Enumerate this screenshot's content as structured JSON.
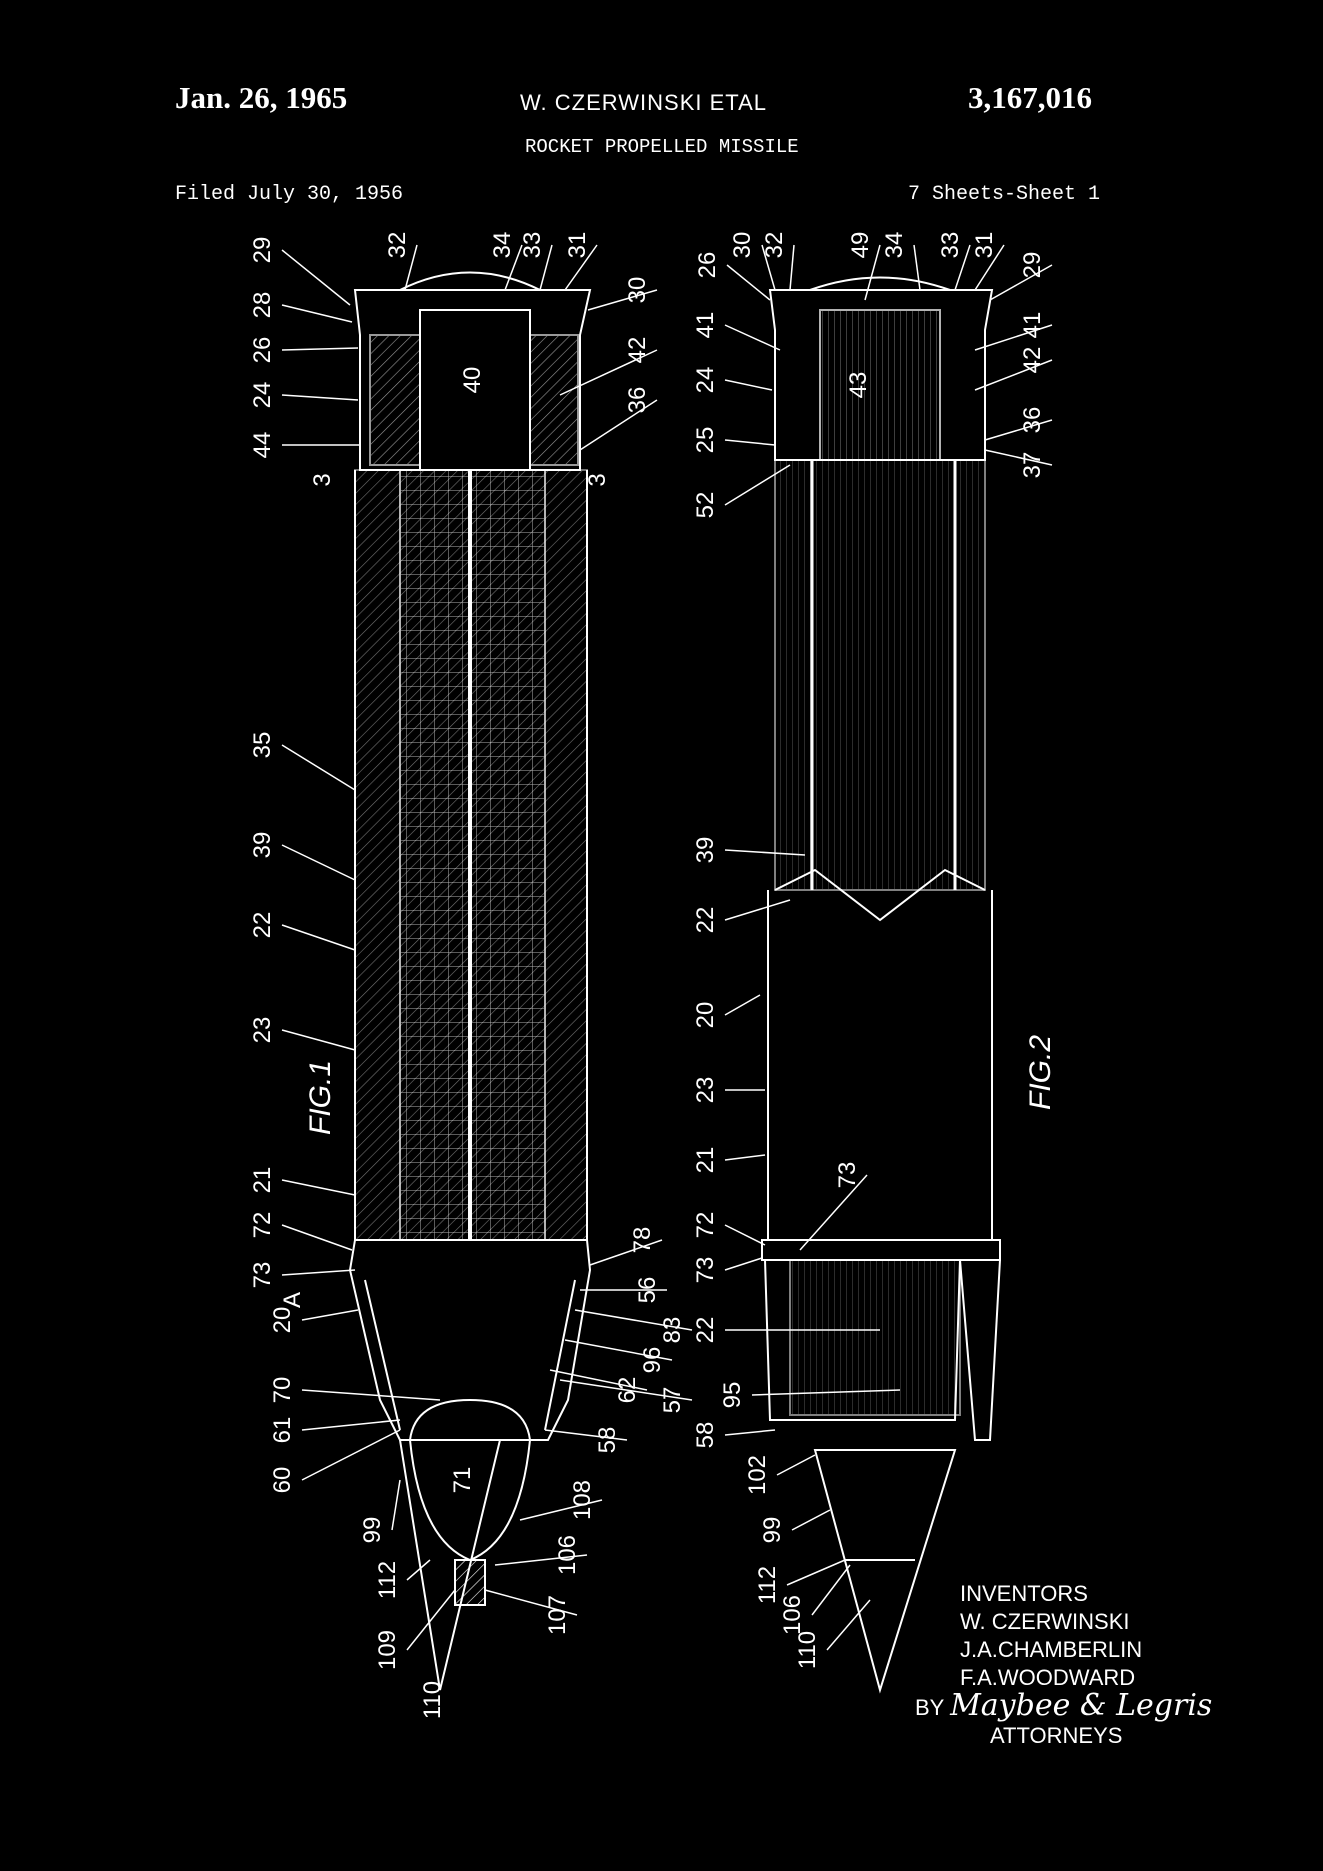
{
  "header": {
    "date": "Jan. 26, 1965",
    "inventor_short": "W. CZERWINSKI  ETAL",
    "patent_number": "3,167,016",
    "title": "ROCKET PROPELLED MISSILE",
    "filed": "Filed July 30, 1956",
    "sheet": "7 Sheets-Sheet 1"
  },
  "fig1": {
    "caption": "FIG.1",
    "labels": [
      "29",
      "28",
      "26",
      "24",
      "44",
      "3",
      "35",
      "39",
      "22",
      "23",
      "21",
      "72",
      "73",
      "A",
      "20",
      "70",
      "61",
      "60",
      "99",
      "112",
      "109",
      "110",
      "32",
      "34",
      "33",
      "31",
      "30",
      "42",
      "36",
      "3",
      "78",
      "56",
      "83",
      "96",
      "62",
      "57",
      "58",
      "108",
      "106",
      "107",
      "40",
      "71"
    ]
  },
  "fig2": {
    "caption": "FIG.2",
    "labels": [
      "26",
      "30",
      "32",
      "49",
      "34",
      "33",
      "31",
      "29",
      "41",
      "41",
      "24",
      "42",
      "25",
      "36",
      "52",
      "37",
      "43",
      "39",
      "22",
      "20",
      "23",
      "21",
      "73",
      "72",
      "73",
      "22",
      "95",
      "58",
      "102",
      "99",
      "112",
      "106",
      "110"
    ]
  },
  "signature": {
    "heading": "INVENTORS",
    "inventors": [
      "W. CZERWINSKI",
      "J.A.CHAMBERLIN",
      "F.A.WOODWARD"
    ],
    "by": "BY",
    "attorney_signature": "Maybee & Legris",
    "attorneys": "ATTORNEYS"
  }
}
